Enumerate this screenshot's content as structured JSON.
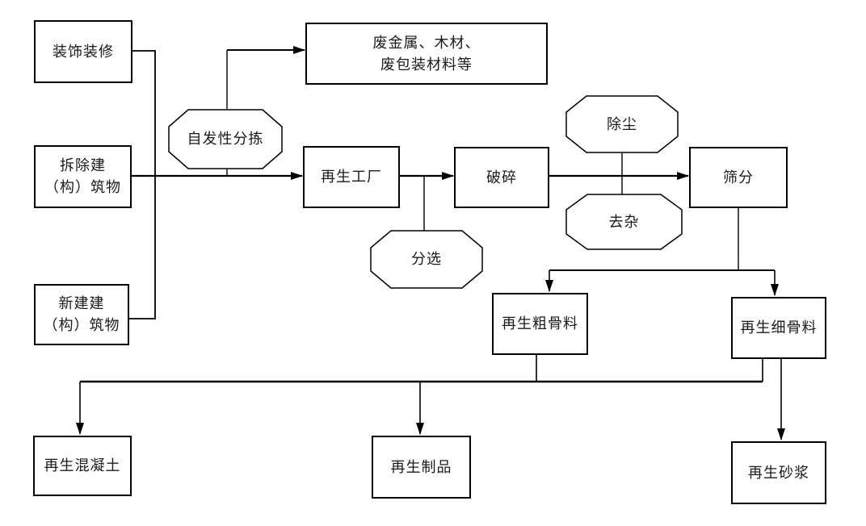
{
  "diagram": {
    "title": "construction-waste-recycling-flowchart",
    "background_color": "#ffffff",
    "line_color": "#000000",
    "text_color": "#1a1a1a",
    "nodes": {
      "decoration": {
        "label": "装饰装修",
        "shape": "rect"
      },
      "waste_materials": {
        "label": "废金属、木材、\n废包装材料等",
        "shape": "rect"
      },
      "demolition": {
        "label": "拆除建\n（构）筑物",
        "shape": "rect"
      },
      "new_construction": {
        "label": "新建建\n（构）筑物",
        "shape": "rect"
      },
      "spontaneous_sorting": {
        "label": "自发性分拣",
        "shape": "octagon"
      },
      "recycling_factory": {
        "label": "再生工厂",
        "shape": "rect"
      },
      "crushing": {
        "label": "破碎",
        "shape": "rect"
      },
      "separation": {
        "label": "分选",
        "shape": "octagon"
      },
      "dedusting": {
        "label": "除尘",
        "shape": "octagon"
      },
      "impurity_removal": {
        "label": "去杂",
        "shape": "octagon"
      },
      "screening": {
        "label": "筛分",
        "shape": "rect"
      },
      "coarse_aggregate": {
        "label": "再生粗骨料",
        "shape": "rect"
      },
      "fine_aggregate": {
        "label": "再生细骨料",
        "shape": "rect"
      },
      "recycled_concrete": {
        "label": "再生混凝土",
        "shape": "rect"
      },
      "recycled_products": {
        "label": "再生制品",
        "shape": "rect"
      },
      "recycled_mortar": {
        "label": "再生砂浆",
        "shape": "rect"
      }
    }
  }
}
